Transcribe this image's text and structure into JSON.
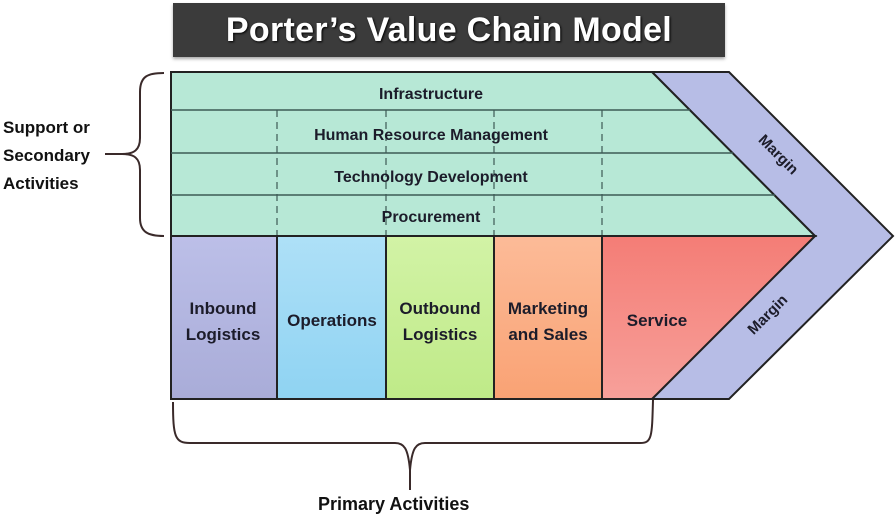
{
  "title": "Porter’s Value Chain Model",
  "support_label": [
    "Support or",
    "Secondary",
    "Activities"
  ],
  "primary_label": "Primary Activities",
  "support_activities": [
    {
      "label": "Infrastructure"
    },
    {
      "label": "Human Resource Management"
    },
    {
      "label": "Technology Development"
    },
    {
      "label": "Procurement"
    }
  ],
  "primary_activities": [
    {
      "line1": "Inbound",
      "line2": "Logistics",
      "color": "#b3b6e2"
    },
    {
      "line1": "Operations",
      "line2": "",
      "color": "#a5dcf5"
    },
    {
      "line1": "Outbound",
      "line2": "Logistics",
      "color": "#c8ef9a"
    },
    {
      "line1": "Marketing",
      "line2": "and Sales",
      "color": "#fbb089"
    },
    {
      "line1": "Service",
      "line2": "",
      "color": "#f58a82"
    }
  ],
  "margin": {
    "top_label": "Margin",
    "bottom_label": "Margin",
    "color": "#b7bde6"
  },
  "colors": {
    "support": "#b7e8d6",
    "title_bg": "#3b3b3b",
    "outline": "#2a2a2a"
  }
}
